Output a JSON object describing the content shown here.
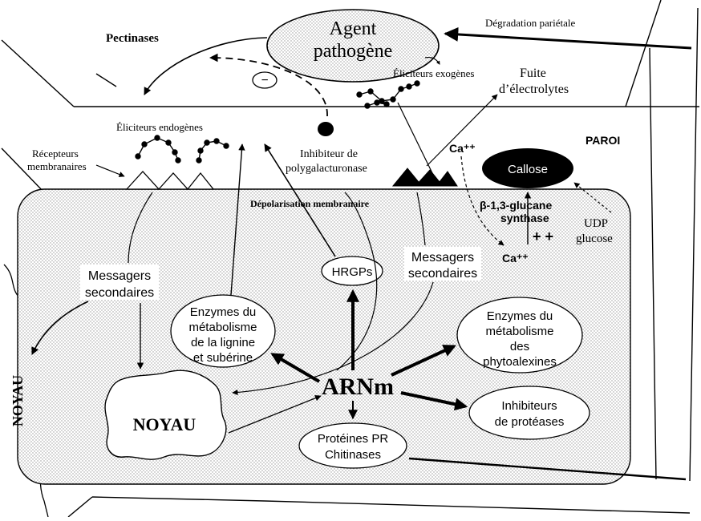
{
  "labels": {
    "agent_line1": "Agent",
    "agent_line2": "pathogène",
    "minus_sign": "−",
    "pectinases": "Pectinases",
    "degradation": "Dégradation pariétale",
    "eliciteurs_exogenes": "Éliciteurs exogènes",
    "fuite_line1": "Fuite",
    "fuite_line2": "d’électrolytes",
    "eliciteurs_endogenes": "Éliciteurs endogènes",
    "recepteurs_line1": "Récepteurs",
    "recepteurs_line2": "membranaires",
    "inhibiteur_line1": "Inhibiteur  de",
    "inhibiteur_line2": "polygalacturonase",
    "paroi": "PAROI",
    "ca_top": "Ca⁺⁺",
    "callose": "Callose",
    "depolarisation": "Dépolarisation membranaire",
    "glucane_line1": "β-1,3-glucane",
    "glucane_line2": "synthase",
    "plus_signs": "+ +",
    "udp_line1": "UDP",
    "udp_line2": "glucose",
    "ca_inner": "Ca⁺⁺",
    "messagers_left_line1": "Messagers",
    "messagers_left_line2": "secondaires",
    "hrgps": "HRGPs",
    "messagers_right_line1": "Messagers",
    "messagers_right_line2": "secondaires",
    "enz_lignine_line1": "Enzymes du",
    "enz_lignine_line2": "métabolisme",
    "enz_lignine_line3": "de la lignine",
    "enz_lignine_line4": "et subérine",
    "enz_phyto_line1": "Enzymes du",
    "enz_phyto_line2": "métabolisme",
    "enz_phyto_line3": "des",
    "enz_phyto_line4": "phytoalexines",
    "arnm": "ARNm",
    "noyau_inner": "NOYAU",
    "noyau_side": "NOYAU",
    "inhib_proteases_line1": "Inhibiteurs",
    "inhib_proteases_line2": "de protéases",
    "proteines_pr_line1": "Protéines PR",
    "proteines_pr_line2": "Chitinases"
  },
  "colors": {
    "ink": "#000000",
    "background": "#ffffff",
    "stipple": "#bdbdbd",
    "callose_fill": "#000000",
    "callose_text": "#ffffff"
  }
}
